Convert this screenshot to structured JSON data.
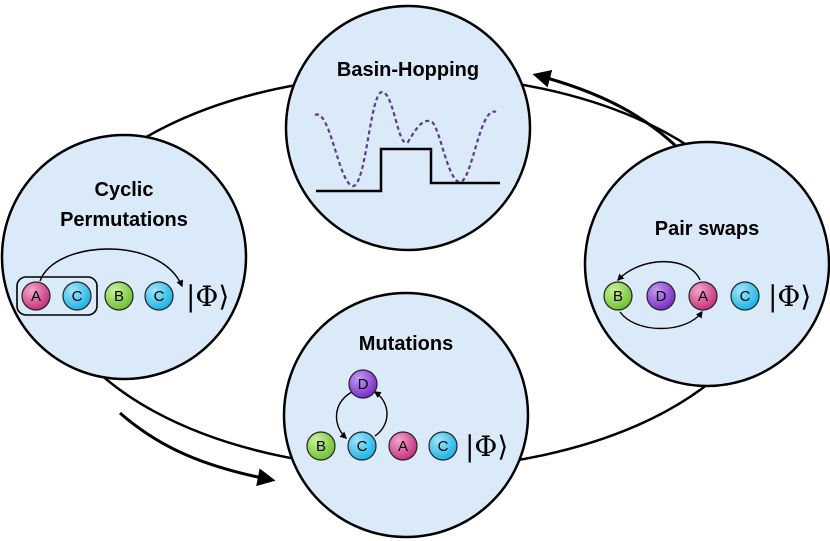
{
  "colors": {
    "circle_fill": "#dbeaf8",
    "A": "#d63f8e",
    "B": "#8bd448",
    "C": "#35c6f0",
    "D": "#8a3fd8",
    "landscape_dash": "#5b3a93"
  },
  "nodes": {
    "basin": {
      "title": "Basin-Hopping"
    },
    "cyclic": {
      "title_line1": "Cyclic",
      "title_line2": "Permutations",
      "balls": [
        "A",
        "C",
        "B",
        "C"
      ],
      "ket": "|Φ⟩"
    },
    "pair": {
      "title": "Pair swaps",
      "balls": [
        "B",
        "D",
        "A",
        "C"
      ],
      "ket": "|Φ⟩"
    },
    "mutations": {
      "title": "Mutations",
      "top_ball": "D",
      "balls": [
        "B",
        "C",
        "A",
        "C"
      ],
      "ket": "|Φ⟩"
    }
  }
}
